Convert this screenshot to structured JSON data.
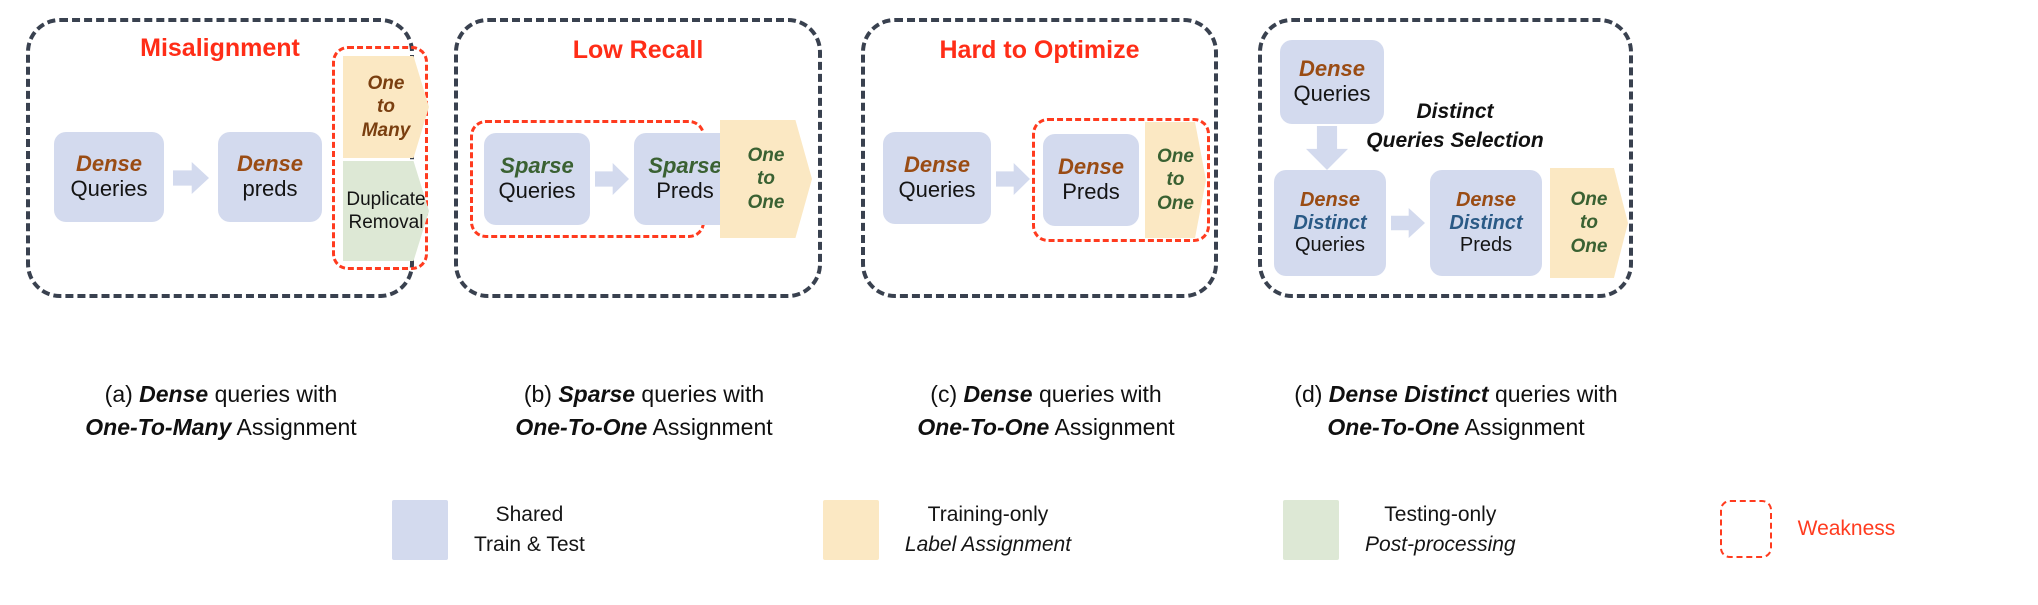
{
  "colors": {
    "panel_border": "#39414f",
    "weakness_red": "#ff3b1f",
    "title_red": "#ff2d17",
    "shared_blue": "#d3daee",
    "training_yellow": "#fbe8c3",
    "testing_green": "#dde8d5",
    "dense_brown": "#9a4c14",
    "sparse_green": "#3a6132",
    "distinct_blue": "#2a5a86"
  },
  "panels": [
    {
      "id": "a",
      "title": "Misalignment",
      "boxes": {
        "queries_top": "Dense",
        "queries_bottom": "Queries",
        "preds_top": "Dense",
        "preds_bottom": "preds",
        "assign_line1": "One",
        "assign_line2": "to",
        "assign_line3": "Many",
        "post_line1": "Duplicate",
        "post_line2": "Removal"
      }
    },
    {
      "id": "b",
      "title": "Low Recall",
      "boxes": {
        "queries_top": "Sparse",
        "queries_bottom": "Queries",
        "preds_top": "Sparse",
        "preds_bottom": "Preds",
        "assign_line1": "One",
        "assign_line2": "to",
        "assign_line3": "One"
      }
    },
    {
      "id": "c",
      "title": "Hard to Optimize",
      "boxes": {
        "queries_top": "Dense",
        "queries_bottom": "Queries",
        "preds_top": "Dense",
        "preds_bottom": "Preds",
        "assign_line1": "One",
        "assign_line2": "to",
        "assign_line3": "One"
      }
    },
    {
      "id": "d",
      "title": "",
      "boxes": {
        "src_top": "Dense",
        "src_bottom": "Queries",
        "selection_line1": "Distinct",
        "selection_line2": "Queries Selection",
        "queries_l1": "Dense",
        "queries_l2": "Distinct",
        "queries_l3": "Queries",
        "preds_l1": "Dense",
        "preds_l2": "Distinct",
        "preds_l3": "Preds",
        "assign_line1": "One",
        "assign_line2": "to",
        "assign_line3": "One"
      }
    }
  ],
  "captions": [
    {
      "prefix": "(a) ",
      "em1": "Dense",
      "mid": " queries with",
      "em2": "One-To-Many",
      "suffix": " Assignment"
    },
    {
      "prefix": "(b) ",
      "em1": "Sparse",
      "mid": " queries with",
      "em2": "One-To-One",
      "suffix": " Assignment"
    },
    {
      "prefix": "(c) ",
      "em1": "Dense",
      "mid": " queries with",
      "em2": "One-To-One",
      "suffix": " Assignment"
    },
    {
      "prefix": "(d) ",
      "em1": "Dense Distinct",
      "mid": " queries with",
      "em2": "One-To-One",
      "suffix": " Assignment"
    }
  ],
  "legend": [
    {
      "swatch": "shared-blue",
      "line1": "Shared",
      "line2": "Train & Test",
      "line2_italic": false
    },
    {
      "swatch": "training-yellow",
      "line1": "Training-only",
      "line2": "Label Assignment",
      "line2_italic": true
    },
    {
      "swatch": "testing-green",
      "line1": "Testing-only",
      "line2": "Post-processing",
      "line2_italic": true
    },
    {
      "swatch": "weakness-dashed",
      "line1": "Weakness",
      "line2": "",
      "line2_italic": false
    }
  ]
}
